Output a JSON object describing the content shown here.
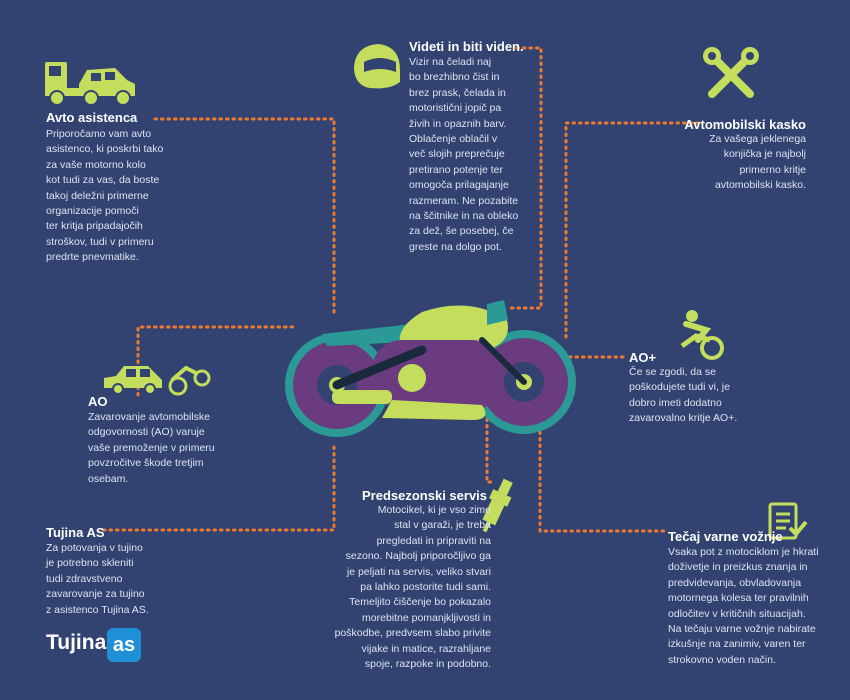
{
  "sections": {
    "avto": {
      "title": "Avto asistenca",
      "body": "Priporočamo vam avto\nasistenco, ki poskrbi tako\nza vaše motorno kolo\nkot tudi za vas, da boste\ntakoj deležni primerne\norganizacije pomoči\nter kritja pripadajočih\nstroškov, tudi v primeru\npredrte pnevmatike."
    },
    "videti": {
      "title": "Videti in biti viden.",
      "body": "Vizir na čeladi naj\nbo brezhibno čist in\nbrez prask, čelada in\nmotoristični jopič pa\nživih in opaznih barv.\nOblačenje oblačil v\nveč slojih preprečuje\npretirano potenje ter\nomogoča prilagajanje\nrazmeram. Ne pozabite\nna ščitnike in na obleko\nza dež, še posebej, če\ngreste na dolgo pot."
    },
    "kasko": {
      "title": "Avtomobilski kasko",
      "body": "Za vašega jeklenega\nkonjička je najbolj\nprimerno kritje\navtomobilski kasko."
    },
    "ao": {
      "title": "AO",
      "body": "Zavarovanje avtomobilske\nodgovornosti (AO) varuje\nvaše premoženje v primeru\npovzročitve škode tretjim\nosebam."
    },
    "aoplus": {
      "title": "AO+",
      "body": "Če se zgodi, da se\npoškodujete tudi vi, je\ndobro imeti dodatno\nzavarovalno kritje AO+."
    },
    "servis": {
      "title": "Predsezonski servis",
      "body": "Motocikel, ki je vso zimo\nstal v garaži, je treba\npregledati in pripraviti na\nsezono. Najbolj priporočljivo ga\nje peljati na servis, veliko stvari\npa lahko postorite tudi sami.\nTemeljito čiščenje bo pokazalo\nmorebitne pomanjkljivosti in\npoškodbe, predvsem slabo privite\nvijake in matice, razrahljane\nspoje, razpoke in podobno."
    },
    "tujina": {
      "title": "Tujina AS",
      "body": "Za potovanja v tujino\nje potrebno skleniti\ntudi zdravstveno\nzavarovanje za tujino\nz asistenco Tujina AS."
    },
    "tecaj": {
      "title": "Tečaj varne vožnje",
      "body": "Vsaka pot z motociklom je hkrati\ndoživetje in preizkus znanja in\npredvidevanja, obvladovanja\nmotornega kolesa ter pravilnih\nodločitev v kritičnih situacijah.\nNa tečaju varne vožnje nabirate\nizkušnje na zanimiv, varen ter\nstrokovno voden način."
    }
  },
  "logo": {
    "word": "Tujina",
    "badge": "as"
  },
  "colors": {
    "background": "#324372",
    "accent": "#c5dd5d",
    "dots": "#ee7a2e",
    "teal": "#2b9a96",
    "purple": "#6a3b7e"
  },
  "icons": [
    "tow-truck-icon",
    "helmet-icon",
    "wrench-screwdriver-icon",
    "car-crash-icon",
    "fallen-rider-icon",
    "spark-plug-icon",
    "checklist-icon",
    "motorcycle-illustration"
  ]
}
